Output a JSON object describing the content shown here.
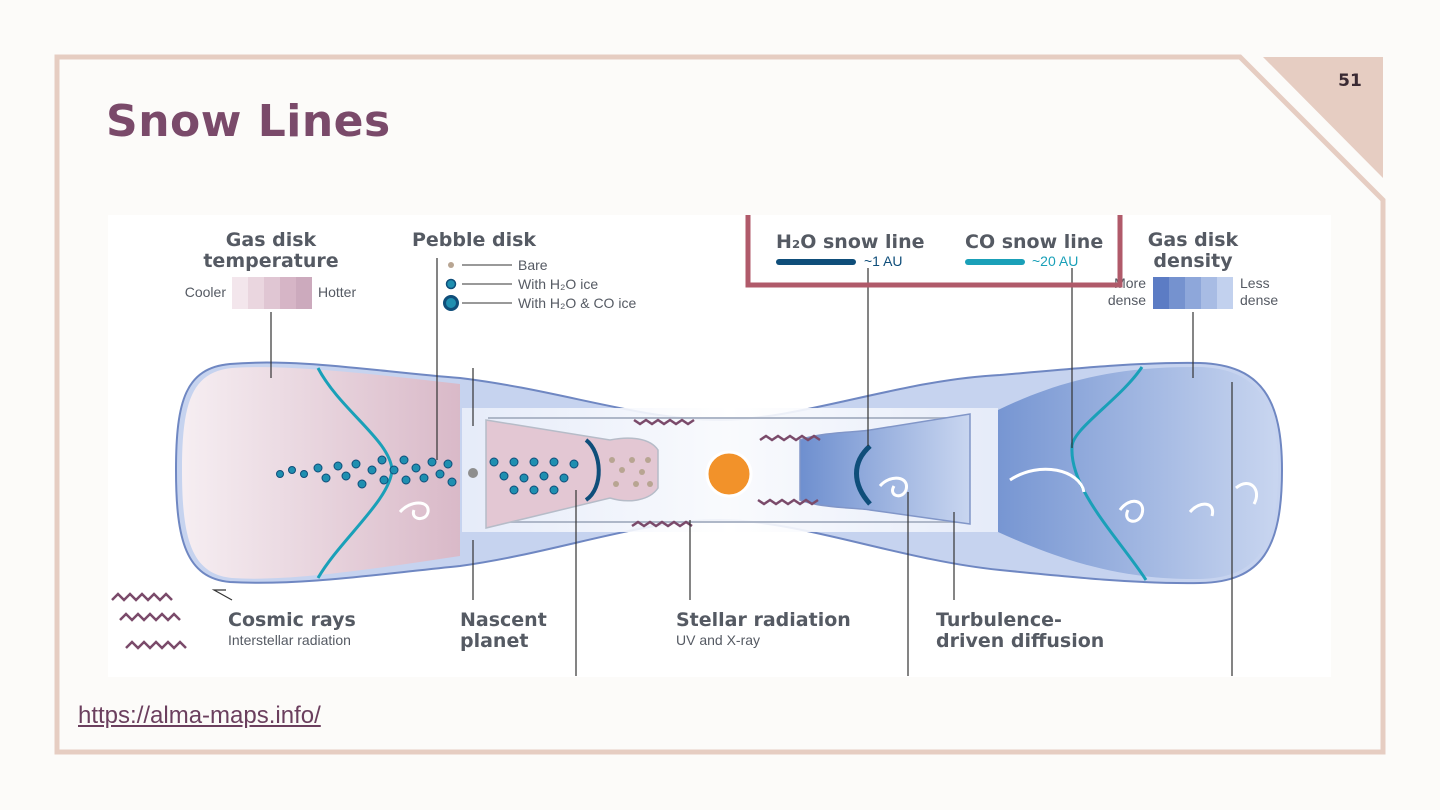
{
  "slide": {
    "title": "Snow Lines",
    "page_number": "51",
    "source_link": "https://alma-maps.info/"
  },
  "diagram": {
    "gas_temp": {
      "title_line1": "Gas disk",
      "title_line2": "temperature",
      "cooler": "Cooler",
      "hotter": "Hotter"
    },
    "pebble_disk": {
      "title": "Pebble disk",
      "bare": "Bare",
      "with_h2o": "With H₂O ice",
      "with_h2o_co": "With H₂O & CO ice"
    },
    "h2o_snow_line": {
      "label": "H₂O snow line",
      "distance": "~1 AU"
    },
    "co_snow_line": {
      "label": "CO snow line",
      "distance": "~20 AU"
    },
    "gas_density": {
      "title_line1": "Gas disk",
      "title_line2": "density",
      "more_1": "More",
      "more_2": "dense",
      "less_1": "Less",
      "less_2": "dense"
    },
    "cosmic_rays": {
      "title": "Cosmic rays",
      "subtitle": "Interstellar radiation"
    },
    "nascent_planet": {
      "line1": "Nascent",
      "line2": "planet"
    },
    "stellar_radiation": {
      "title": "Stellar radiation",
      "subtitle": "UV and X-ray"
    },
    "turbulence": {
      "line1": "Turbulence-",
      "line2": "driven diffusion"
    }
  },
  "colors": {
    "title": "#7a4a6a",
    "frame": "#e6cdc2",
    "highlight_box": "#b05a6a",
    "h2o_line": "#0f4e7a",
    "co_line": "#1aa0b8",
    "star": "#f2922a"
  }
}
